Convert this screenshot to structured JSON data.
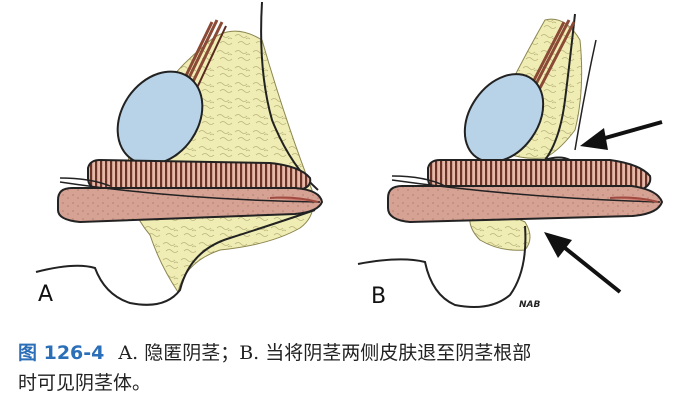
{
  "panels": [
    {
      "letter": "A"
    },
    {
      "letter": "B"
    }
  ],
  "signature": "NAB",
  "caption": {
    "figure_label": "图 126-4",
    "line1": "A. 隐匿阴茎；B. 当将阴茎两侧皮肤退至阴茎根部",
    "line2": "时可见阴茎体。"
  },
  "colors": {
    "fat": "#efedb4",
    "fat_lobule": "#b9b37a",
    "testis": "#b8d3e8",
    "penile_tissue": "#d6a294",
    "corpus_stripe": "#6b3328",
    "spermatic_cord": "#8a4a36",
    "arrow": "#111111",
    "caption_label": "#2b6fb8"
  },
  "icons": [
    "arrow-icon"
  ]
}
